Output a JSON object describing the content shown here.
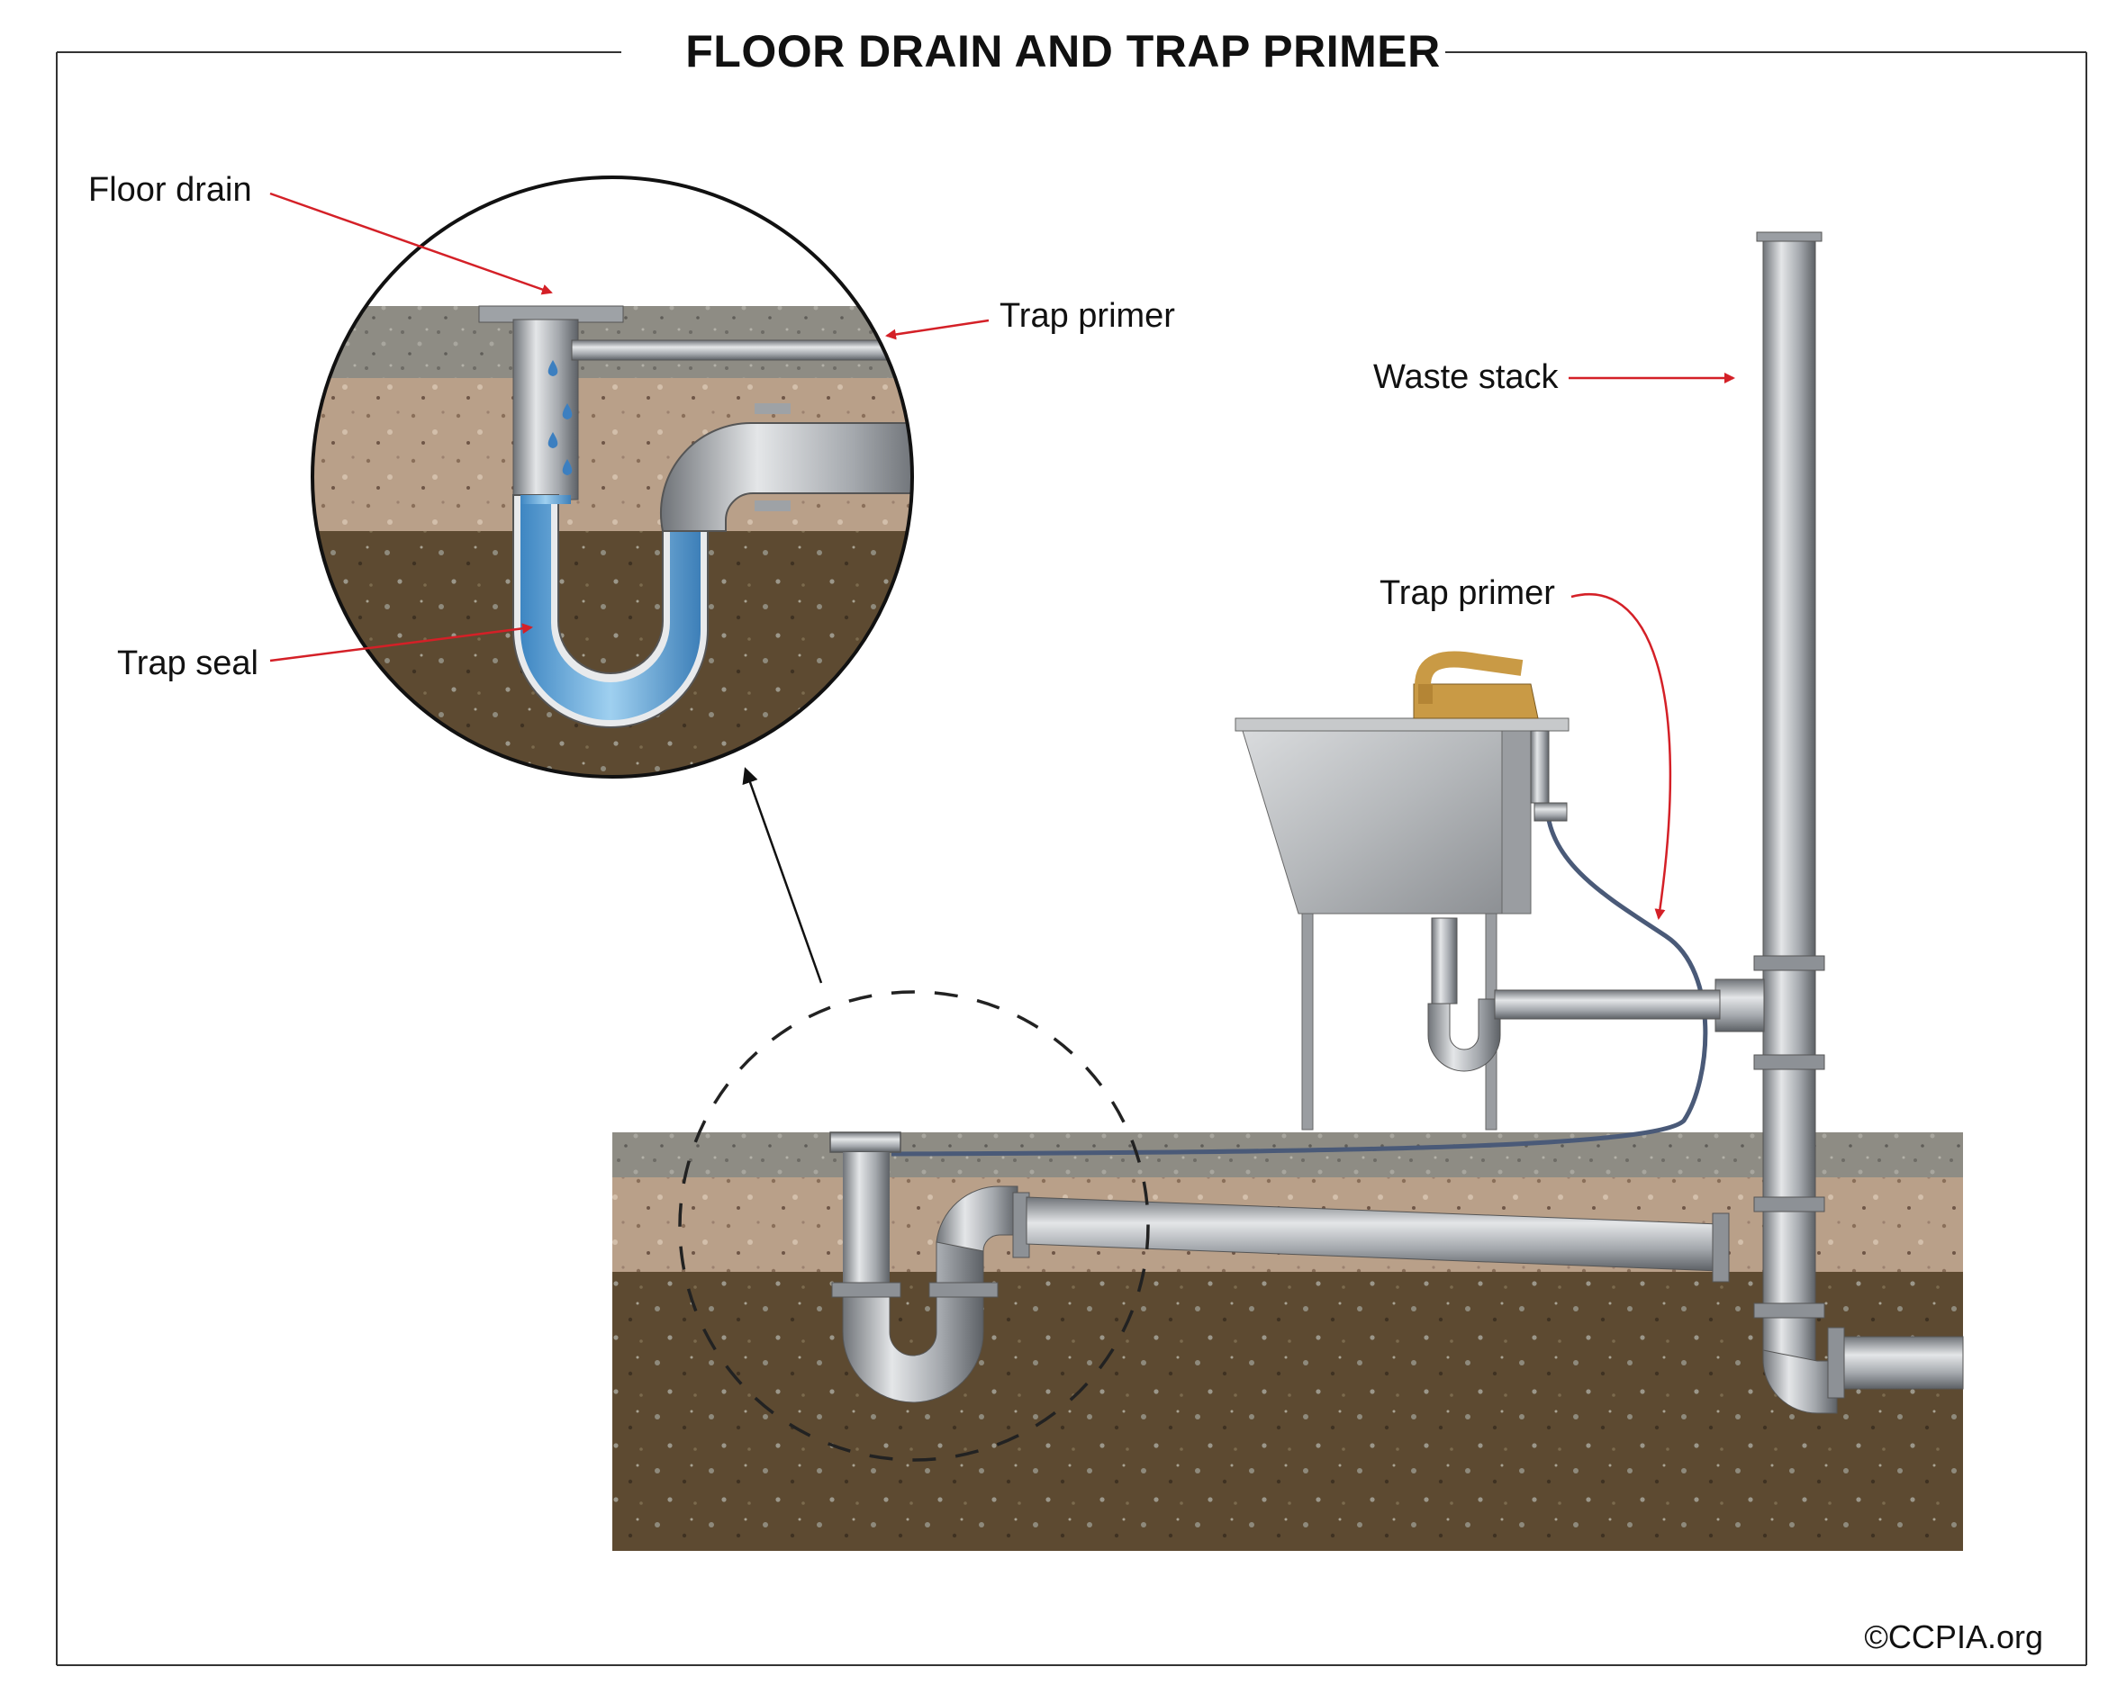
{
  "title": "FLOOR DRAIN AND TRAP PRIMER",
  "labels": {
    "floor_drain": "Floor drain",
    "trap_primer_detail": "Trap primer",
    "trap_seal": "Trap seal",
    "waste_stack": "Waste stack",
    "trap_primer_main": "Trap primer"
  },
  "copyright": "©CCPIA.org",
  "colors": {
    "arrow": "#d42027",
    "concrete": "#8c8a83",
    "sand": "#b9a08a",
    "soil": "#5e4a30",
    "pipe": "#a9adb2",
    "water": "#5da8dd",
    "brass": "#c99a45",
    "primer_tube": "#4a5a78"
  }
}
